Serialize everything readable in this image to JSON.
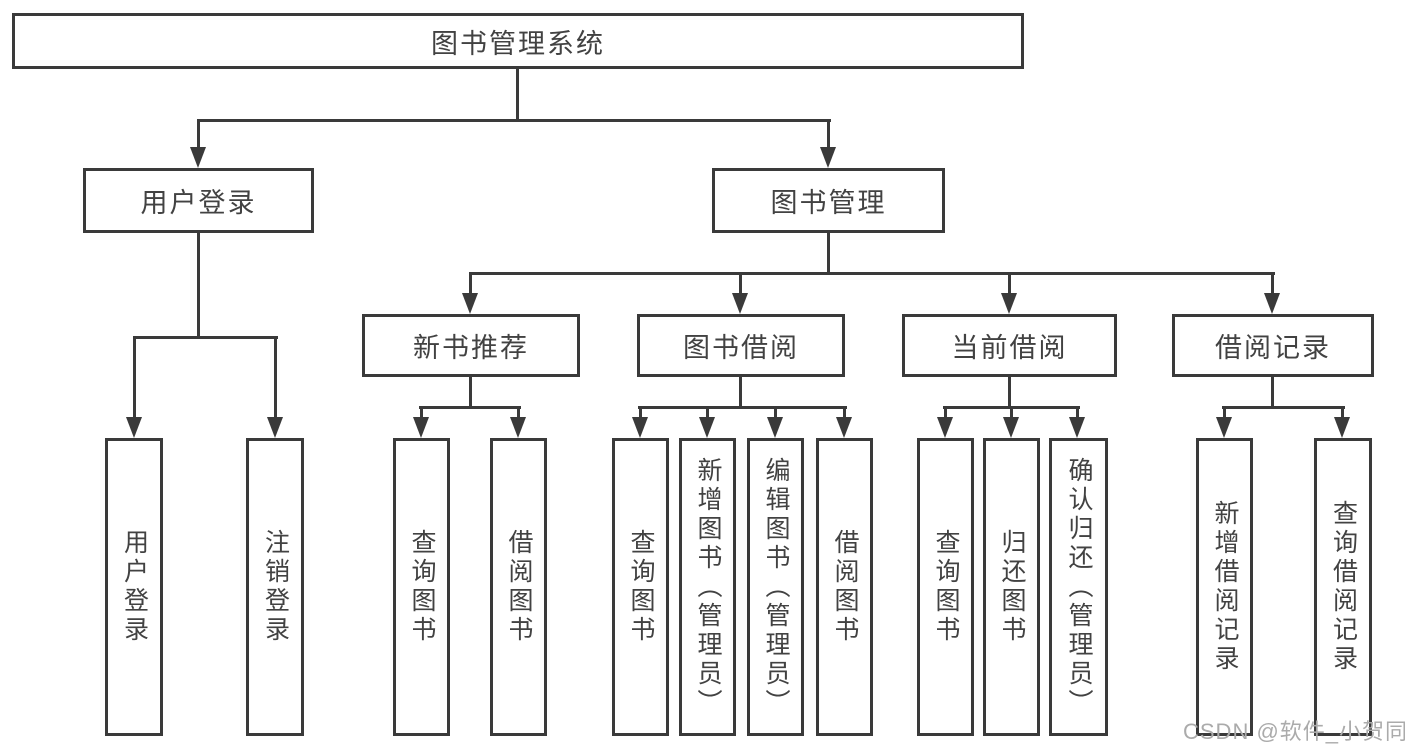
{
  "colors": {
    "line": "#3a3a3a",
    "text": "#424242",
    "background": "#ffffff",
    "watermark": "#ababab"
  },
  "tree": {
    "root": {
      "label": "图书管理系统"
    },
    "level2": [
      {
        "label": "用户登录"
      },
      {
        "label": "图书管理"
      }
    ],
    "level3": [
      {
        "label": "新书推荐"
      },
      {
        "label": "图书借阅"
      },
      {
        "label": "当前借阅"
      },
      {
        "label": "借阅记录"
      }
    ],
    "leaves": {
      "user_login": [
        {
          "label": "用户登录"
        },
        {
          "label": "注销登录"
        }
      ],
      "new_book_recommend": [
        {
          "label": "查询图书"
        },
        {
          "label": "借阅图书"
        }
      ],
      "book_borrow": [
        {
          "label": "查询图书"
        },
        {
          "label": "新增图书（管理员）"
        },
        {
          "label": "编辑图书（管理员）"
        },
        {
          "label": "借阅图书"
        }
      ],
      "current_borrow": [
        {
          "label": "查询图书"
        },
        {
          "label": "归还图书"
        },
        {
          "label": "确认归还（管理员）"
        }
      ],
      "borrow_records": [
        {
          "label": "新增借阅记录"
        },
        {
          "label": "查询借阅记录"
        }
      ]
    }
  },
  "watermark": {
    "text": "CSDN @软件_小贺同学"
  }
}
